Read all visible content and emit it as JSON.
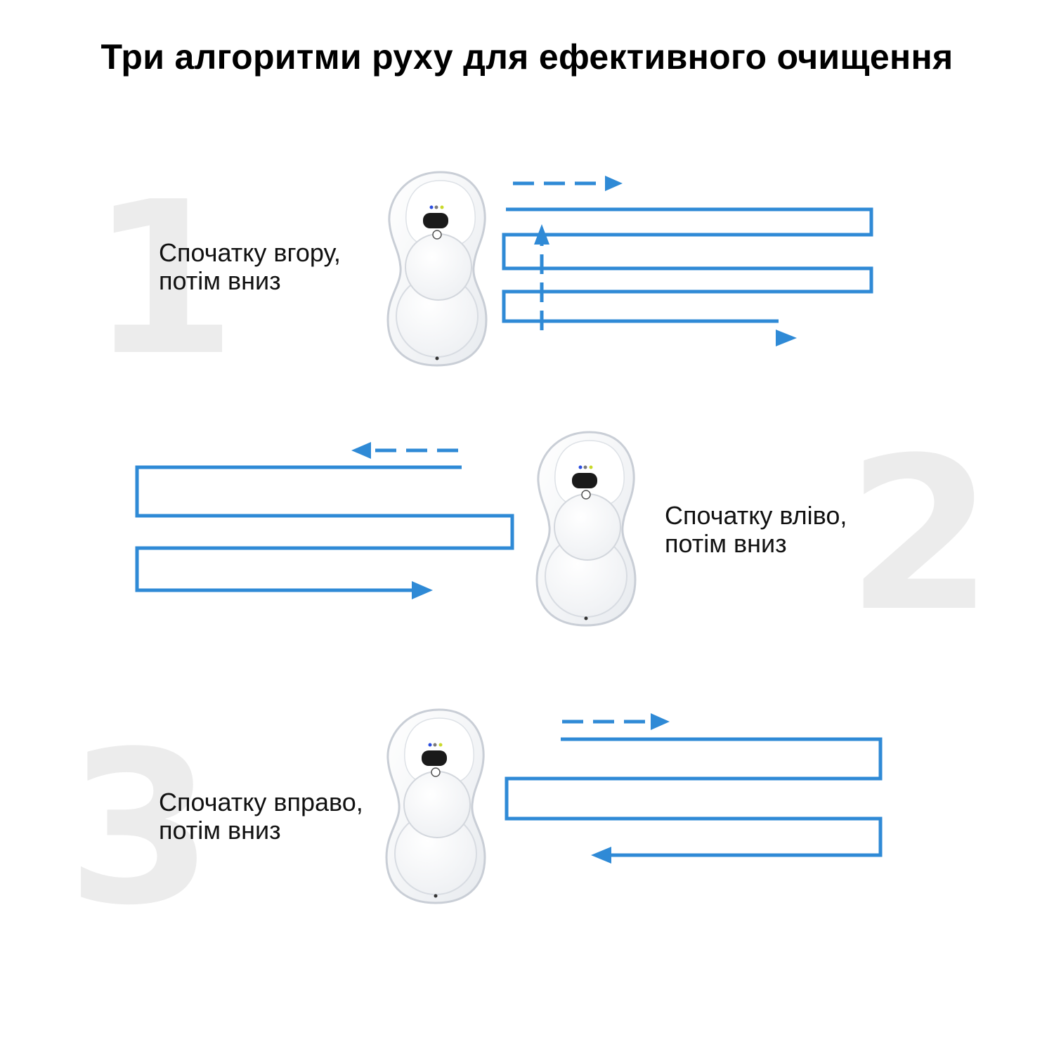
{
  "title": "Три алгоритми руху для ефективного очищення",
  "colors": {
    "path": "#2f8ad6",
    "number": "#ececec",
    "robot_body": "#ffffff",
    "robot_edge": "#c9ced6"
  },
  "algorithms": [
    {
      "number": "1",
      "caption_line1": "Спочатку вгору,",
      "caption_line2": "потім вниз"
    },
    {
      "number": "2",
      "caption_line1": "Спочатку вліво,",
      "caption_line2": "потім вниз"
    },
    {
      "number": "3",
      "caption_line1": "Спочатку вправо,",
      "caption_line2": "потім вниз"
    }
  ]
}
